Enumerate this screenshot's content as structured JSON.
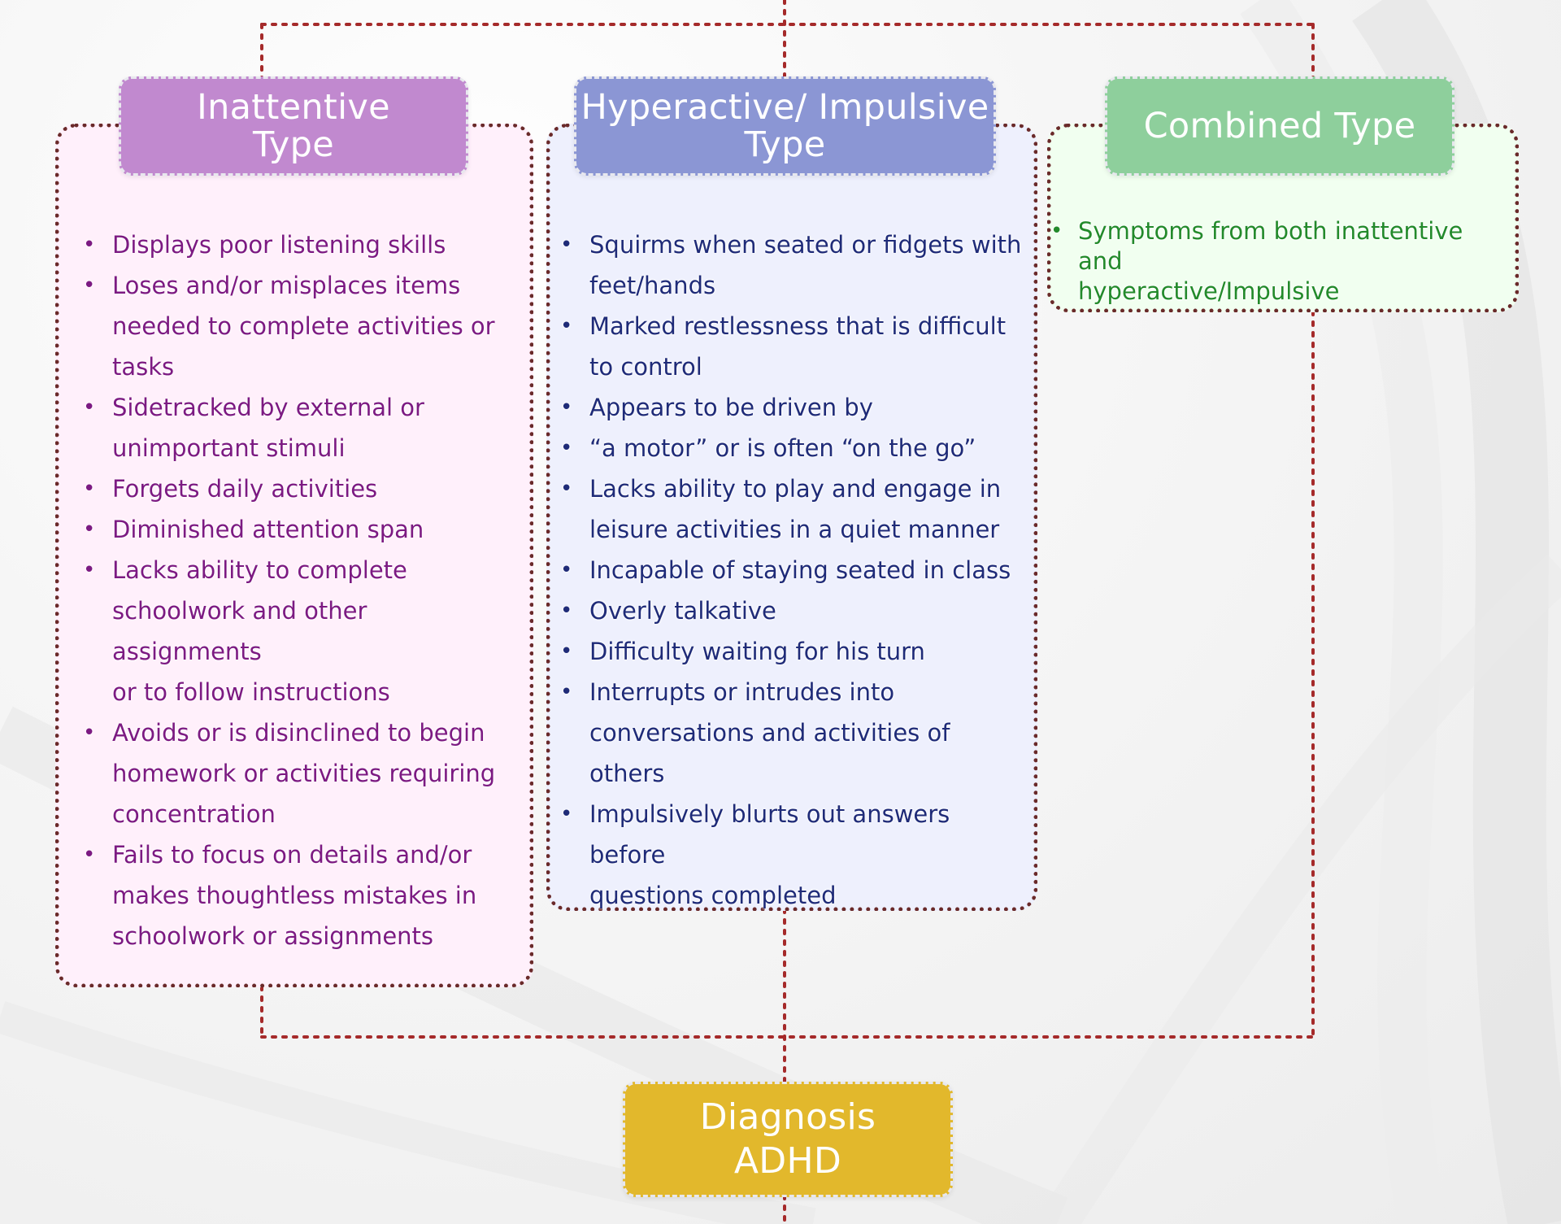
{
  "colors": {
    "connector": "#a52a2a",
    "panel_border": "#6a2a2a",
    "inattentive_header": "#c189cf",
    "inattentive_panel": "#fff0fb",
    "inattentive_text": "#7c1a82",
    "hyperactive_header": "#8b96d4",
    "hyperactive_panel": "#eef0fd",
    "hyperactive_text": "#1f2b78",
    "combined_header": "#8ecf9c",
    "combined_panel": "#f1fff0",
    "combined_text": "#238a2b",
    "diagnosis_header": "#e2b82c"
  },
  "inattentive": {
    "title_line1": "Inattentive",
    "title_line2": "Type",
    "items": [
      [
        "Displays poor listening skills"
      ],
      [
        "Loses and/or misplaces items",
        "needed to complete activities or",
        "tasks"
      ],
      [
        "Sidetracked by external or",
        "unimportant stimuli"
      ],
      [
        "Forgets daily activities"
      ],
      [
        "Diminished attention span"
      ],
      [
        "Lacks ability to complete",
        "schoolwork and other assignments",
        "or to follow instructions"
      ],
      [
        "Avoids or is disinclined to begin",
        "homework or activities requiring",
        "concentration"
      ],
      [
        "Fails to focus on details and/or",
        "makes thoughtless mistakes in",
        "schoolwork or assignments"
      ]
    ]
  },
  "hyperactive": {
    "title_line1": "Hyperactive/ Impulsive",
    "title_line2": "Type",
    "items": [
      [
        "Squirms when seated or fidgets with",
        "feet/hands"
      ],
      [
        "Marked restlessness that is difficult",
        "to control"
      ],
      [
        "Appears to be driven by"
      ],
      [
        "“a motor” or is often “on the go”"
      ],
      [
        "Lacks ability to play and engage in",
        "leisure activities in a quiet manner"
      ],
      [
        "Incapable of staying seated in class"
      ],
      [
        "Overly talkative"
      ],
      [
        "Difficulty waiting for his turn"
      ],
      [
        "Interrupts or intrudes into",
        "conversations and activities of",
        "others"
      ],
      [
        "Impulsively blurts out answers before",
        "questions completed"
      ]
    ]
  },
  "combined": {
    "title": "Combined Type",
    "items": [
      [
        "Symptoms from both inattentive and",
        "hyperactive/Impulsive"
      ]
    ]
  },
  "diagnosis": {
    "title_line1": "Diagnosis",
    "title_line2": "ADHD"
  }
}
